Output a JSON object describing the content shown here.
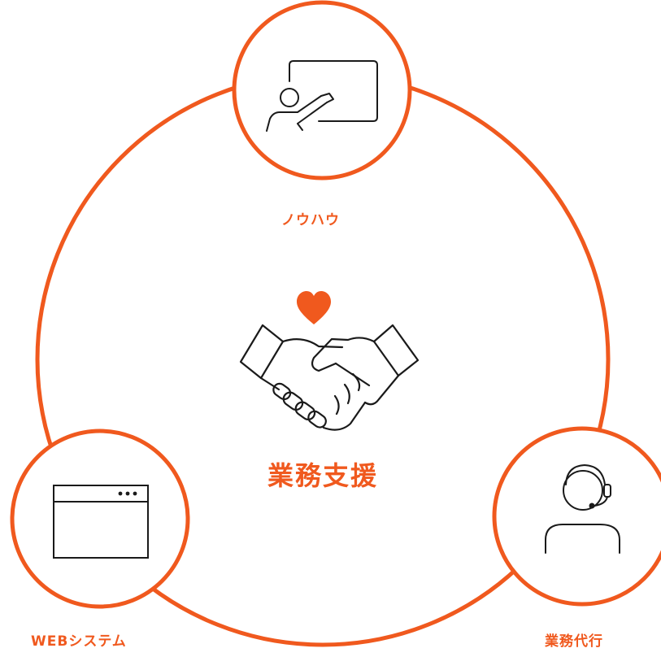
{
  "colors": {
    "accent": "#f0591e",
    "heart": "#f0591e",
    "icon_stroke": "#1a1a1a",
    "background": "#ffffff"
  },
  "center": {
    "label": "業務支援",
    "icons": [
      "heart-icon",
      "handshake-icon"
    ]
  },
  "nodes": [
    {
      "id": "knowhow",
      "label": "ノウハウ",
      "icon": "presentation-icon"
    },
    {
      "id": "web",
      "label": "WEBシステム",
      "icon": "browser-window-icon"
    },
    {
      "id": "outsourcing",
      "label": "業務代行",
      "icon": "headset-operator-icon"
    }
  ]
}
